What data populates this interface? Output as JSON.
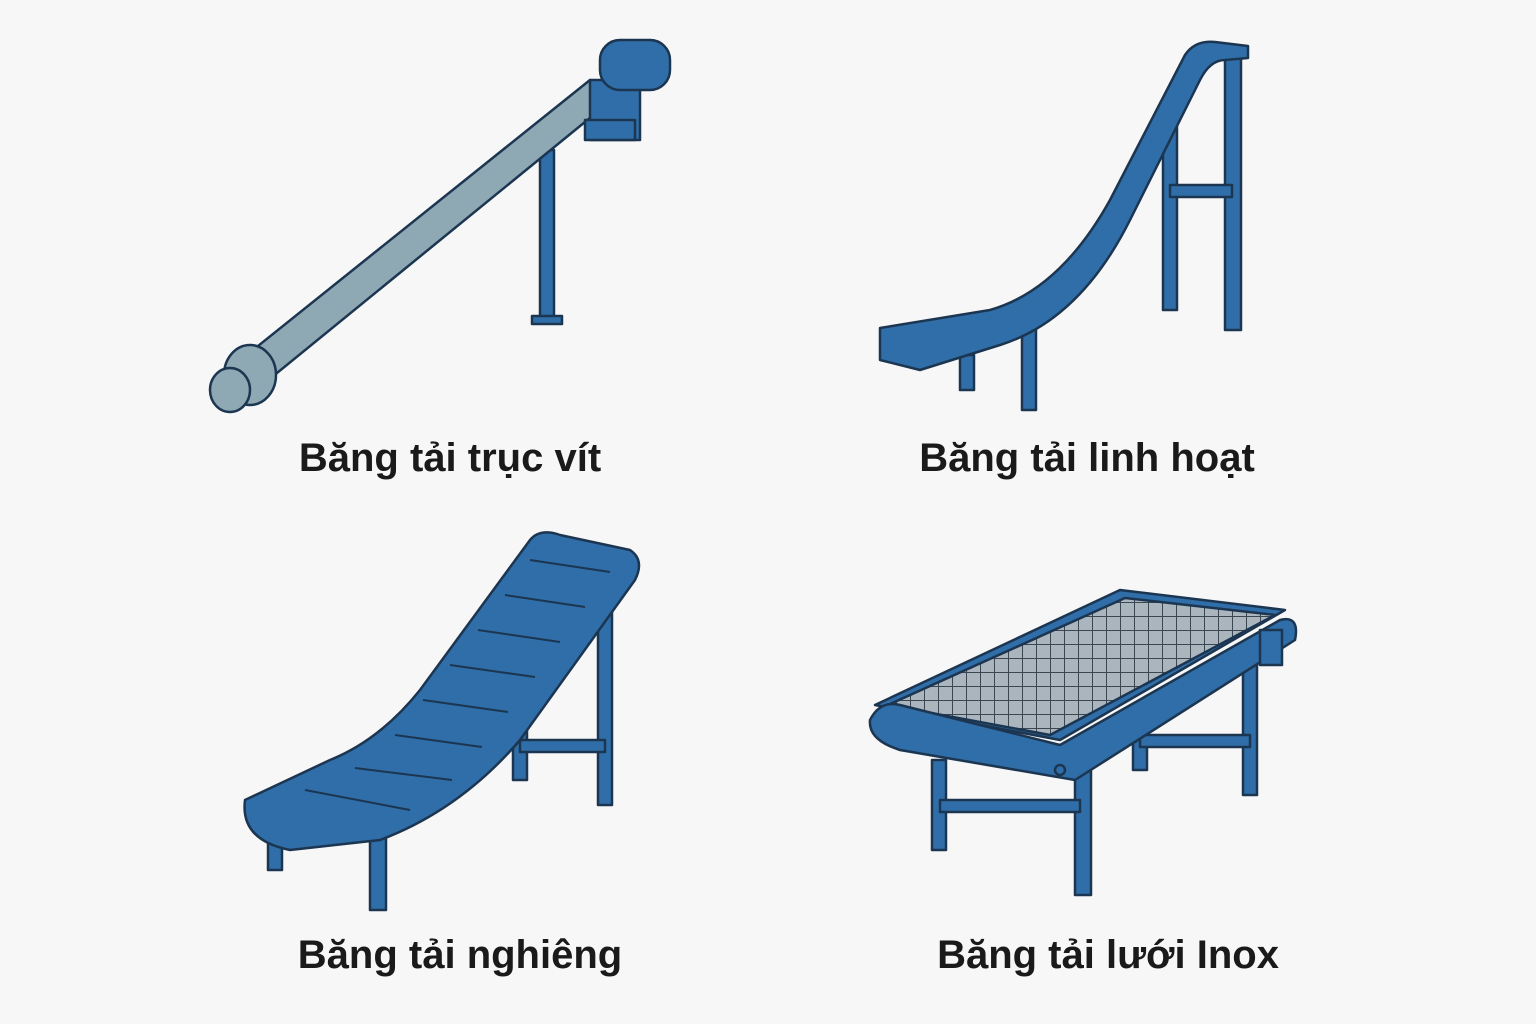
{
  "items": [
    {
      "label": "Băng tải trục vít",
      "icon": "screw-conveyor"
    },
    {
      "label": "Băng tải linh hoạt",
      "icon": "flexible-conveyor"
    },
    {
      "label": "Băng tải nghiêng",
      "icon": "inclined-conveyor"
    },
    {
      "label": "Băng tải lưới Inox",
      "icon": "stainless-mesh-conveyor"
    }
  ],
  "colors": {
    "frame": "#2f6ea8",
    "outline": "#1c3550",
    "screw": "#8ea8b4",
    "background": "#f7f7f7"
  }
}
